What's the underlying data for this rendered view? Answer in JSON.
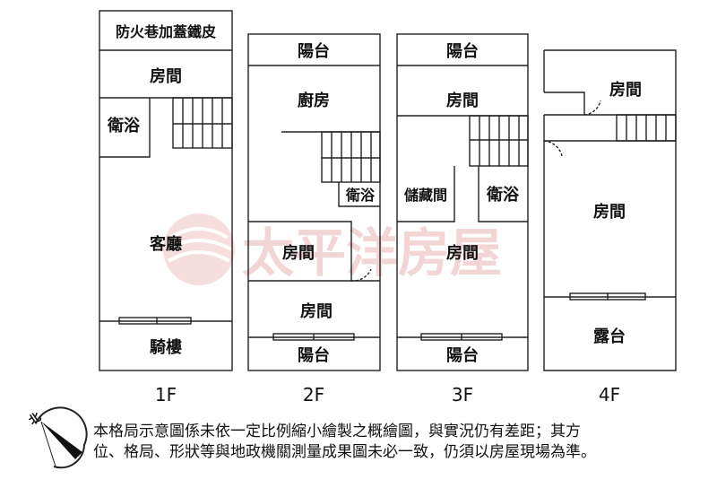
{
  "floors": {
    "f1": {
      "label": "1F",
      "rooms": {
        "alley": "防火巷加蓋鐵皮",
        "room": "房間",
        "bath": "衛浴",
        "living": "客廳",
        "arcade": "騎樓"
      }
    },
    "f2": {
      "label": "2F",
      "rooms": {
        "balcony_top": "陽台",
        "kitchen": "廚房",
        "bath": "衛浴",
        "room_a": "房間",
        "room_b": "房間",
        "balcony_bottom": "陽台"
      }
    },
    "f3": {
      "label": "3F",
      "rooms": {
        "balcony_top": "陽台",
        "room_top": "房間",
        "storage": "儲藏間",
        "bath": "衛浴",
        "room_mid": "房間",
        "balcony_bottom": "陽台"
      }
    },
    "f4": {
      "label": "4F",
      "rooms": {
        "room_top": "房間",
        "room_main": "房間",
        "terrace": "露台"
      }
    }
  },
  "watermark": {
    "text": "太平洋房屋"
  },
  "compass": {
    "north_label": "北"
  },
  "disclaimer": {
    "line1": "本格局示意圖係未依一定比例縮小繪製之概繪圖，與實況仍有差距；其方",
    "line2": "位、格局、形狀等與地政機關測量成果圖未必一致，仍須以房屋現場為準。"
  }
}
